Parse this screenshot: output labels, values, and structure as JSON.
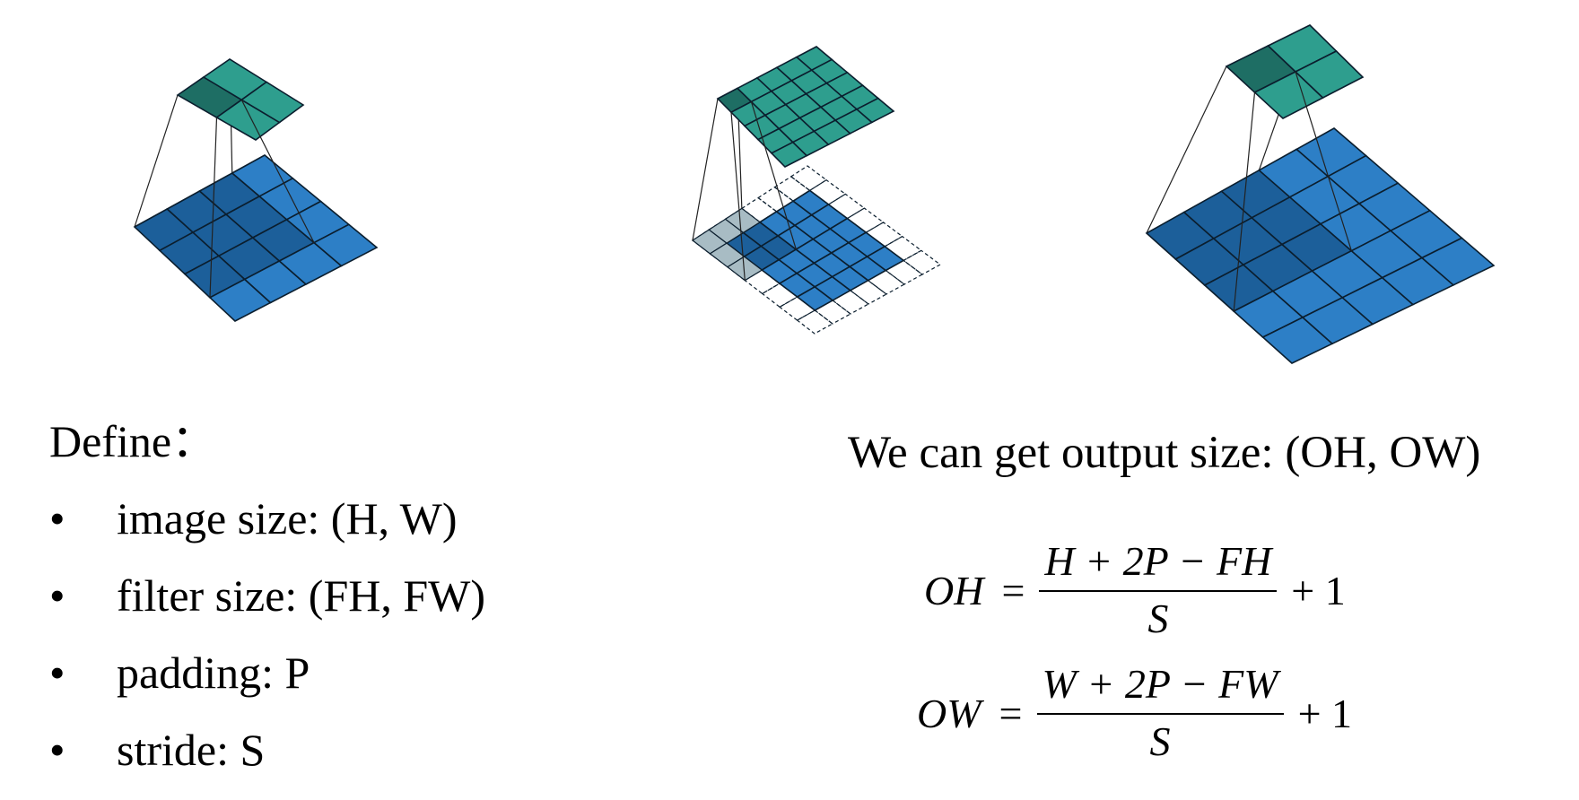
{
  "define": {
    "title": "Define：",
    "items": [
      {
        "bullet": "•",
        "text": "image size: (H, W)"
      },
      {
        "bullet": "•",
        "text": "filter size: (FH, FW)"
      },
      {
        "bullet": "•",
        "text": "padding: P"
      },
      {
        "bullet": "•",
        "text": "stride: S"
      }
    ]
  },
  "output": {
    "title": "We can get output size: (OH, OW)"
  },
  "formulas": {
    "oh": {
      "lhs": "OH",
      "eq": "=",
      "numerator": "H + 2P − FH",
      "denominator": "S",
      "tail": "+ 1"
    },
    "ow": {
      "lhs": "OW",
      "eq": "=",
      "numerator": "W + 2P − FW",
      "denominator": "S",
      "tail": "+ 1"
    }
  },
  "colors": {
    "input_fill": "#2d7fc6",
    "input_dark": "#1c5f9a",
    "output_fill": "#2e9e8e",
    "output_dark": "#1e6e64",
    "padding_fill": "#a8bcc4",
    "grid_line": "#0b1e2e"
  }
}
